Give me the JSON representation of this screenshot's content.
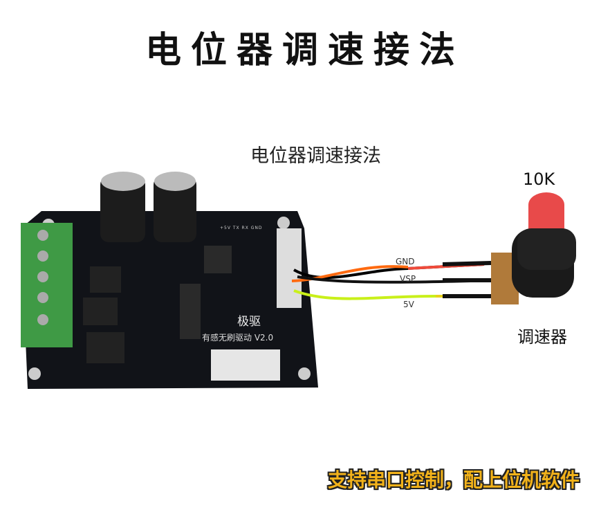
{
  "title": "电位器调速接法",
  "diagram": {
    "subtitle": "电位器调速接法",
    "potentiometer": {
      "value": "10K",
      "name": "调速器"
    },
    "wires": [
      {
        "label": "GND",
        "color": "#f04a3a"
      },
      {
        "label": "VSP",
        "color": "#111111"
      },
      {
        "label": "5V",
        "color": "#e8d21a"
      }
    ],
    "board": {
      "brand": "极驱",
      "model": "有感无刷驱动 V2.0",
      "pin_labels": "+5V TX RX GND"
    }
  },
  "promo": "支持串口控制，配上位机软件",
  "colors": {
    "promo_text": "#f2b21a",
    "board": "#111318",
    "terminal": "#3f9a45",
    "knob": "#e84a4a"
  }
}
